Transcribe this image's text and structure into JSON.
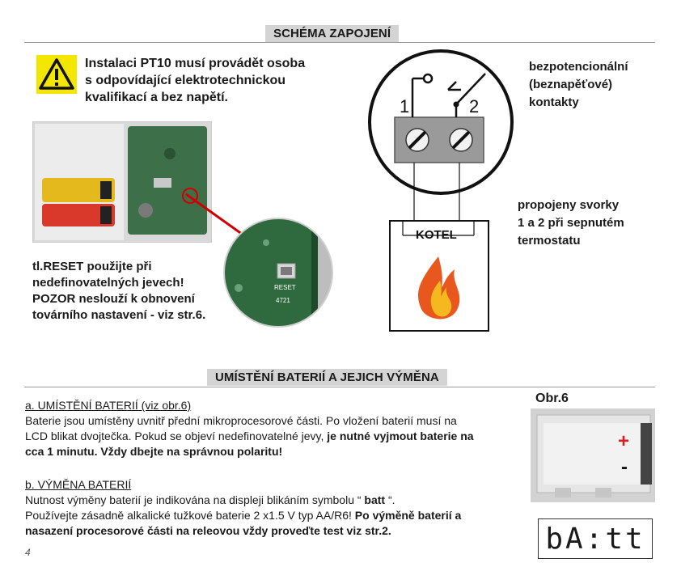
{
  "header": {
    "title": "SCHÉMA ZAPOJENÍ"
  },
  "warning": {
    "icon": "warning-triangle-icon",
    "lines": [
      "Instalaci PT10 musí provádět osoba",
      "s odpovídající elektrotechnickou",
      "kvalifikací a bez napětí."
    ]
  },
  "reset_note": {
    "lines": [
      "tl.RESET použijte při",
      "nedefinovatelných jevech!",
      "POZOR neslouží k obnovení",
      "továrního nastavení - viz str.6."
    ],
    "button_label": "RESET",
    "board_code": "4721"
  },
  "diagram": {
    "terminal_1": "1",
    "terminal_2": "2",
    "contacts_label": [
      "bezpotencionální",
      "(beznapěťové)",
      "kontakty"
    ],
    "boiler_label": "KOTEL",
    "bridge_note": [
      "propojeny svorky",
      "1 a 2 při sepnutém",
      "termostatu"
    ],
    "flame_icon": "flame-icon"
  },
  "battery_section": {
    "title": "UMÍSTĚNÍ BATERIÍ A JEJICH VÝMĚNA",
    "figure_label": "Obr.6",
    "plus": "+",
    "minus": "-",
    "lcd_text": "bA:tt",
    "a_heading": "a. UMÍSTĚNÍ BATERIÍ (viz obr.6)",
    "a_text_1": "Baterie jsou umístěny uvnitř přední mikroprocesorové části. Po vložení baterií musí na",
    "a_text_2": "LCD blikat dvojtečka. Pokud se objeví nedefinovatelné jevy, ",
    "a_text_2_bold": "je nutné vyjmout baterie na",
    "a_text_3_bold": "cca 1 minutu. Vždy dbejte na správnou polaritu!",
    "b_heading": "b. VÝMĚNA BATERIÍ",
    "b_text_1a": "Nutnost výměny baterií je indikována na displeji blikáním symbolu “ ",
    "b_text_1_bold": "batt",
    "b_text_1b": " “.",
    "b_text_2": "Používejte zásadně alkalické tužkové baterie 2 x1.5 V typ AA/R6! ",
    "b_text_2_bold": "Po výměně baterií a",
    "b_text_3_bold": "nasazení procesorové části na releovou vždy proveďte test viz str.2."
  },
  "page_number": "4"
}
